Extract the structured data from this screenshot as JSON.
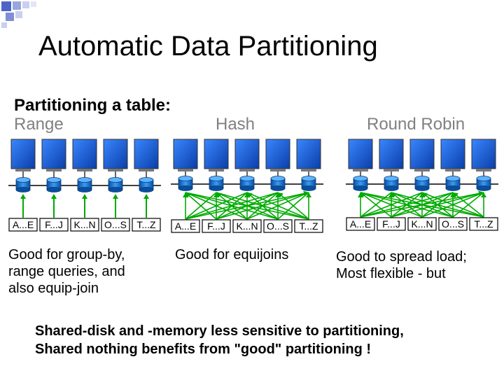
{
  "title": "Automatic Data Partitioning",
  "subtitle": "Partitioning a table:",
  "schemes": [
    {
      "label": "Range",
      "partitions": [
        "A...E",
        "F...J",
        "K...N",
        "O...S",
        "T...Z"
      ],
      "description": [
        "Good for group-by,",
        "range queries, and",
        "also equip-join"
      ]
    },
    {
      "label": "Hash",
      "partitions": [
        "A...E",
        "F...J",
        "K...N",
        "O...S",
        "T...Z"
      ],
      "description": [
        "Good for equijoins"
      ]
    },
    {
      "label": "Round Robin",
      "partitions": [
        "A...E",
        "F...J",
        "K...N",
        "O...S",
        "T...Z"
      ],
      "description": [
        "Good to spread load;",
        "Most flexible - but"
      ]
    }
  ],
  "summary": [
    "Shared-disk and -memory less sensitive to partitioning,",
    "Shared nothing benefits from \"good\" partitioning !"
  ],
  "colors": {
    "processor": "#1a5fd4",
    "disk": "#0b6fc4",
    "arrow": "#00aa00",
    "label_gray": "#808080"
  }
}
